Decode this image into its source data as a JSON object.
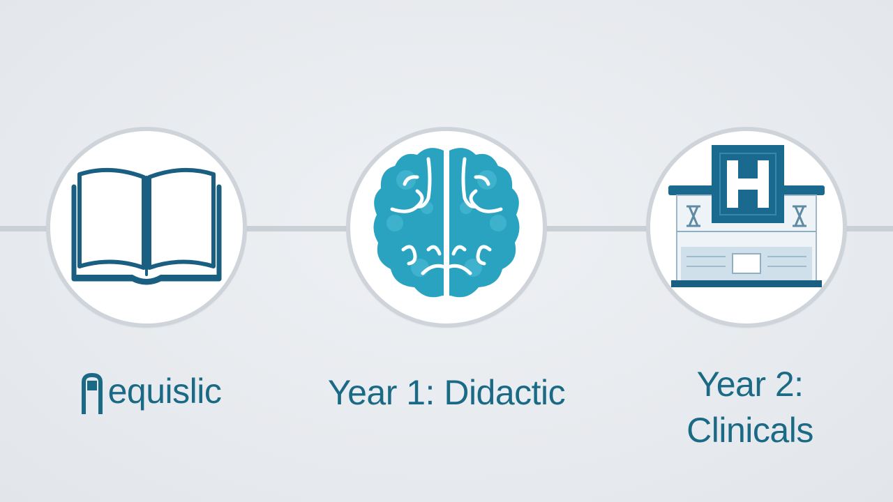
{
  "steps": [
    {
      "id": "prerequisites",
      "icon": "open-book-icon",
      "label": "equislic"
    },
    {
      "id": "year-1",
      "icon": "brain-icon",
      "label": "Year 1: Didactic"
    },
    {
      "id": "year-2",
      "icon": "hospital-icon",
      "label_line1": "Year 2:",
      "label_line2": "Clinicals",
      "badge_letter": "H"
    }
  ],
  "colors": {
    "primary": "#1a6a85",
    "accent": "#2aa3c0",
    "line": "#c9d0d6",
    "circle_border": "#ced4d9"
  }
}
